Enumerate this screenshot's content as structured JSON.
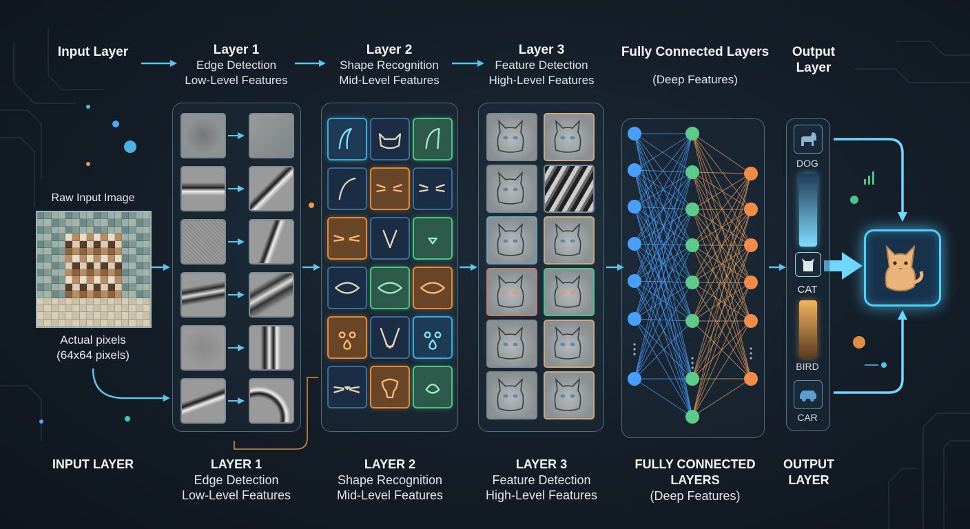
{
  "headers": {
    "input": {
      "title": "Input Layer"
    },
    "layer1": {
      "title": "Layer 1",
      "line1": "Edge Detection",
      "line2": "Low-Level Features"
    },
    "layer2": {
      "title": "Layer 2",
      "line1": "Shape Recognition",
      "line2": "Mid-Level Features"
    },
    "layer3": {
      "title": "Layer 3",
      "line1": "Feature Detection",
      "line2": "High-Level Features"
    },
    "fc": {
      "title": "Fully Connected Layers",
      "line1": "(Deep Features)"
    },
    "output": {
      "title": "Output Layer"
    }
  },
  "input_image": {
    "caption": "Raw Input Image",
    "note1": "Actual pixels",
    "note2": "(64x64 pixels)"
  },
  "footers": {
    "input": {
      "title": "INPUT LAYER"
    },
    "layer1": {
      "title": "LAYER 1",
      "line1": "Edge Detection",
      "line2": "Low-Level Features"
    },
    "layer2": {
      "title": "LAYER 2",
      "line1": "Shape Recognition",
      "line2": "Mid-Level Features"
    },
    "layer3": {
      "title": "LAYER 3",
      "line1": "Feature Detection",
      "line2": "High-Level Features"
    },
    "fc": {
      "title": "FULLY CONNECTED LAYERS",
      "line1": "(Deep Features)"
    },
    "output": {
      "line1": "OUTPUT",
      "line2": "LAYER"
    }
  },
  "output_classes": [
    "DOG",
    "CAT",
    "BIRD",
    "CAR"
  ],
  "output_icons": [
    "dog-icon",
    "cat-icon",
    "car-icon"
  ],
  "final_icon": "cat-icon",
  "colors": {
    "accent_blue": "#4fc3f7",
    "node_blue": "#4a9eff",
    "node_green": "#5ccb8a",
    "node_orange": "#f28a4a",
    "arrow": "#5cc6e8"
  }
}
